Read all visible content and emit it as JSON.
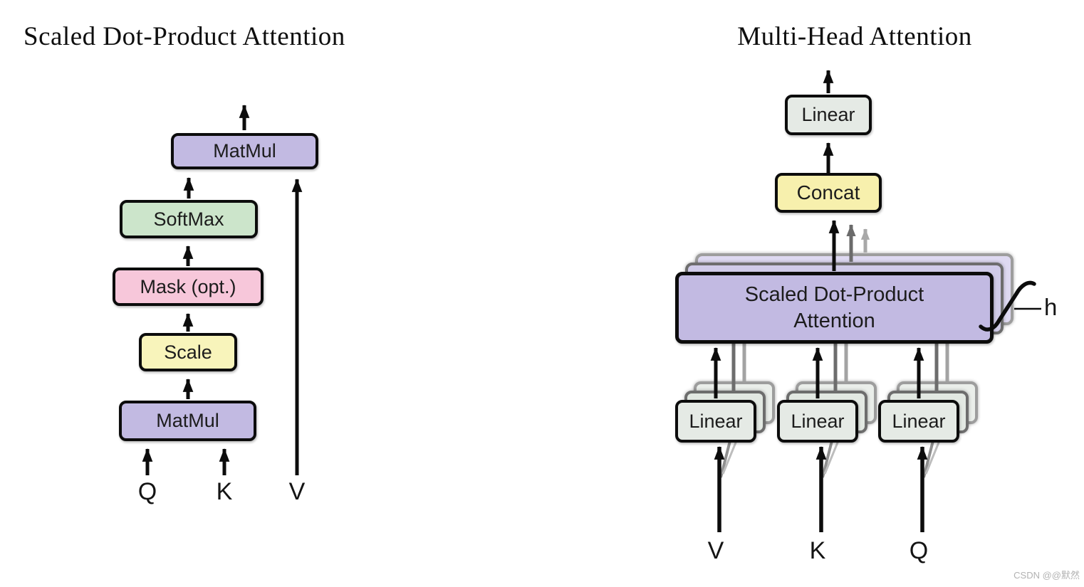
{
  "watermark": "CSDN @@默然",
  "sdpa": {
    "title": "Scaled Dot-Product Attention",
    "matmul_top": "MatMul",
    "softmax": "SoftMax",
    "mask": "Mask (opt.)",
    "scale": "Scale",
    "matmul_bottom": "MatMul",
    "input_q": "Q",
    "input_k": "K",
    "input_v": "V"
  },
  "mha": {
    "title": "Multi-Head Attention",
    "linear_out": "Linear",
    "concat": "Concat",
    "sdpa_line1": "Scaled Dot-Product",
    "sdpa_line2": "Attention",
    "linear_v": "Linear",
    "linear_k": "Linear",
    "linear_q": "Linear",
    "heads_label": "h",
    "input_v": "V",
    "input_k": "K",
    "input_q": "Q"
  },
  "colors": {
    "box_purple": "#c2bae2",
    "box_green": "#cce5cb",
    "box_pink": "#f7c7da",
    "box_yellow": "#f8f4bb",
    "box_concat_yellow": "#f7f0ad",
    "box_gray_green": "#e5eae5",
    "border_black": "#0c0c0c",
    "arrow_dark_gray": "#6b6b6b",
    "arrow_light_gray": "#a8a8a8",
    "watermark_gray": "#b2b2b2"
  }
}
